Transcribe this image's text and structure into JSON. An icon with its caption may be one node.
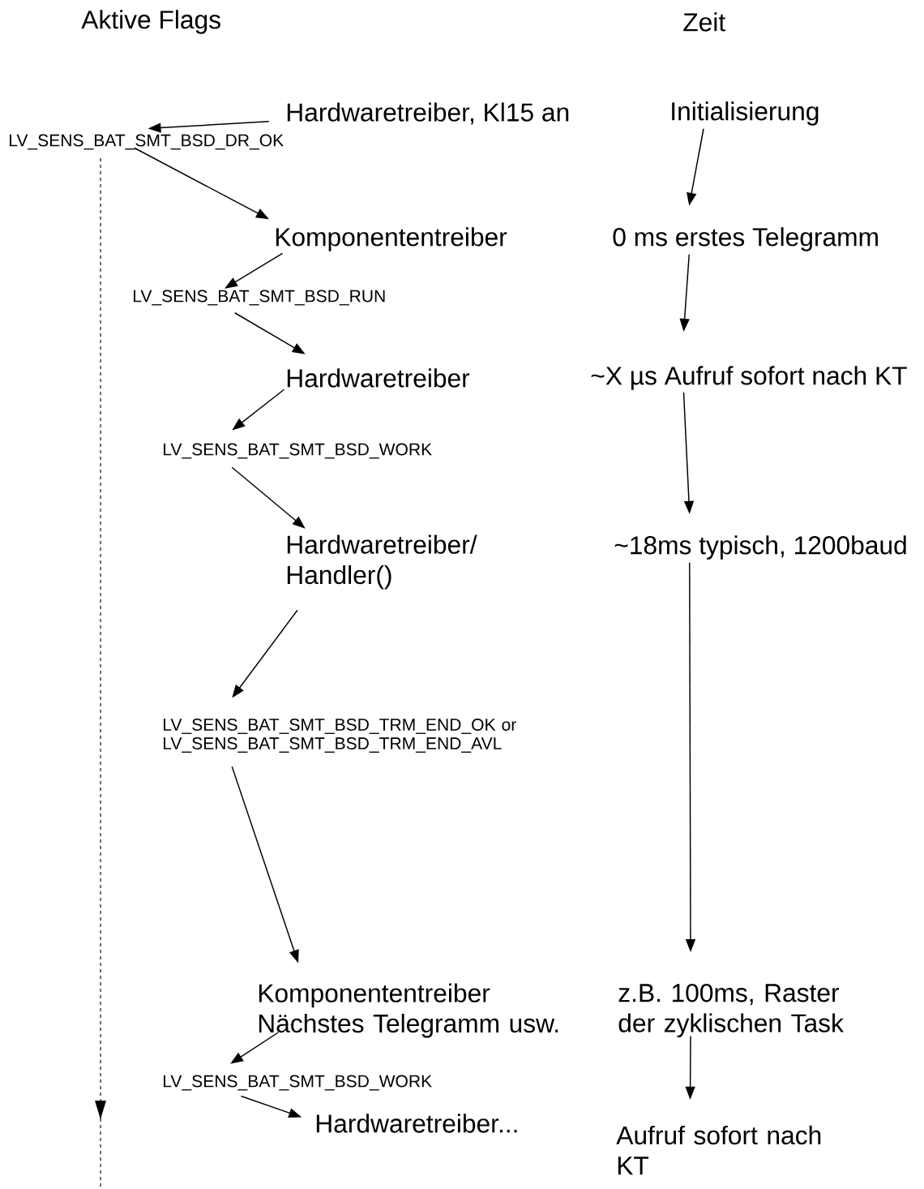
{
  "diagram": {
    "nodes": [
      {
        "text": [
          "Hardwaretreiber, Kl15 an"
        ]
      },
      {
        "text": [
          "LV_SENS_BAT_SMT_BSD_DR_OK"
        ]
      },
      {
        "text": [
          "Komponententreiber"
        ]
      },
      {
        "text": [
          "LV_SENS_BAT_SMT_BSD_RUN"
        ]
      },
      {
        "text": [
          "Hardwaretreiber"
        ]
      },
      {
        "text": [
          "LV_SENS_BAT_SMT_BSD_WORK"
        ]
      },
      {
        "text": [
          "Hardwaretreiber/ Handler()"
        ]
      },
      {
        "text": [
          "LV_SENS_BAT_SMT_BSD_TRM_END_OK or LV_SENS_BAT_SMT_BSD_TRM_END_AVL"
        ]
      },
      {
        "text": [
          "Komponententreiber Nächstes Telegramm usw."
        ]
      },
      {
        "text": [
          "LV_SENS_BAT_SMT_BSD_WORK"
        ]
      },
      {
        "text": [
          "Hardwaretreiber..."
        ]
      },
      {
        "text": [
          "Initialisierung"
        ]
      },
      {
        "text": [
          "0 ms erstes Telegramm"
        ]
      },
      {
        "text": [
          "~X µs Aufruf sofort nach KT"
        ]
      },
      {
        "text": [
          "~18ms typisch, 1200baud"
        ]
      },
      {
        "text": [
          "z.B. 100ms, Raster der zyklischen Task"
        ]
      },
      {
        "text": [
          "Aufruf sofort nach KT"
        ]
      }
    ],
    "edges": [
      {
        "from": 0,
        "to": 1,
        "arrow": "to"
      },
      {
        "from": 1,
        "to": 2,
        "arrow": "to"
      },
      {
        "from": 2,
        "to": 3,
        "arrow": "to"
      },
      {
        "from": 3,
        "to": 4,
        "arrow": "to"
      },
      {
        "from": 4,
        "to": 5,
        "arrow": "to"
      },
      {
        "from": 5,
        "to": 6,
        "arrow": "to"
      },
      {
        "from": 6,
        "to": 7,
        "arrow": "to"
      },
      {
        "from": 7,
        "to": 8,
        "arrow": "to"
      },
      {
        "from": 8,
        "to": 9,
        "arrow": "to"
      },
      {
        "from": 9,
        "to": 10,
        "arrow": "to"
      },
      {
        "from": 11,
        "to": 12,
        "arrow": "to"
      },
      {
        "from": 12,
        "to": 13,
        "arrow": "to"
      },
      {
        "from": 13,
        "to": 14,
        "arrow": "to"
      },
      {
        "from": 14,
        "to": 15,
        "arrow": "to"
      },
      {
        "from": 15,
        "to": 16,
        "arrow": "to"
      }
    ],
    "labels": [
      "Aktive Flags",
      "Zeit"
    ]
  }
}
